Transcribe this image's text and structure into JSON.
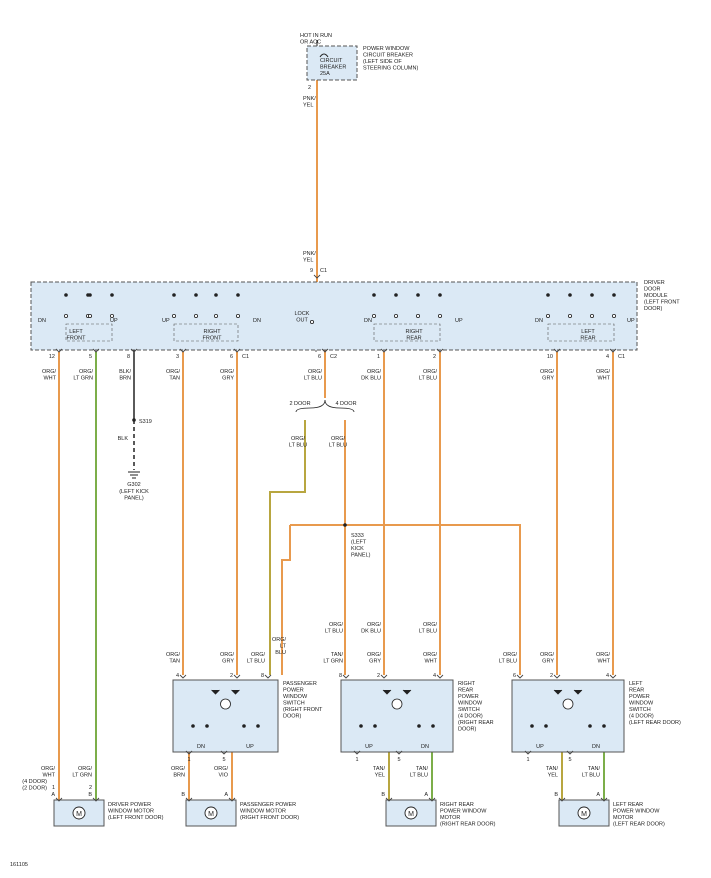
{
  "figure_id": "161105",
  "wire_colors": {
    "orange": "#e89a4e",
    "green": "#7cae4a",
    "black": "#222222",
    "olive": "#b8a640"
  },
  "component_fill": "#dbe9f5",
  "breaker": {
    "lines": [
      "CIRCUIT",
      "BREAKER",
      "25A"
    ],
    "supply": [
      "HOT IN RUN",
      "OR ACC"
    ],
    "desc": [
      "POWER WINDOW",
      "CIRCUIT BREAKER",
      "(LEFT SIDE OF",
      "STEERING COLUMN)"
    ],
    "pin": "2"
  },
  "feed": {
    "wire_top": [
      "PNK/",
      "YEL"
    ],
    "wire_bottom": [
      "PNK/",
      "YEL"
    ],
    "pin": "9",
    "conn": "C1"
  },
  "module": {
    "desc": [
      "DRIVER",
      "DOOR",
      "MODULE",
      "(LEFT FRONT",
      "DOOR)"
    ],
    "groups": [
      [
        "LEFT",
        "FRONT"
      ],
      [
        "RIGHT",
        "FRONT"
      ],
      [
        "LOCK",
        "OUT"
      ],
      [
        "RIGHT",
        "REAR"
      ],
      [
        "LEFT",
        "REAR"
      ]
    ],
    "dn": "DN",
    "up": "UP"
  },
  "mod_pins": [
    {
      "pin": "12",
      "wire": [
        "ORG/",
        "WHT"
      ]
    },
    {
      "pin": "5",
      "wire": [
        "ORG/",
        "LT GRN"
      ]
    },
    {
      "pin": "8",
      "wire": [
        "BLK/",
        "BRN"
      ]
    },
    {
      "pin": "3",
      "wire": [
        "ORG/",
        "TAN"
      ]
    },
    {
      "pin": "6",
      "wire": [
        "ORG/",
        "GRY"
      ],
      "conn": "C1"
    },
    {
      "pin": "6",
      "wire": [
        "ORG/",
        "LT BLU"
      ],
      "conn": "C2"
    },
    {
      "pin": "1",
      "wire": [
        "ORG/",
        "DK BLU"
      ]
    },
    {
      "pin": "2",
      "wire": [
        "ORG/",
        "LT BLU"
      ]
    },
    {
      "pin": "10",
      "wire": [
        "ORG/",
        "GRY"
      ]
    },
    {
      "pin": "4",
      "wire": [
        "ORG/",
        "WHT"
      ],
      "conn": "C1"
    }
  ],
  "splices": {
    "s319": "S319",
    "s333": [
      "S333",
      "(LEFT",
      "KICK",
      "PANEL)"
    ]
  },
  "ground": {
    "wire": "BLK",
    "id": "G302",
    "loc": [
      "(LEFT KICK",
      "PANEL)"
    ]
  },
  "door_options": {
    "two": "2 DOOR",
    "four": "4 DOOR",
    "wire_left": [
      "ORG/",
      "LT BLU"
    ],
    "wire_right": [
      "ORG/",
      "LT BLU"
    ]
  },
  "switches": [
    {
      "desc": [
        "PASSENGER",
        "POWER",
        "WINDOW",
        "SWITCH",
        "(RIGHT FRONT",
        "DOOR)"
      ],
      "pins": [
        "4",
        "2",
        "8"
      ],
      "wires": [
        [
          "ORG/",
          "TAN"
        ],
        [
          "ORG/",
          "GRY"
        ],
        [
          "ORG/",
          "LT BLU"
        ]
      ],
      "bottom_pins": [
        "1",
        "5"
      ],
      "labels": [
        "DN",
        "UP"
      ],
      "extra_wire": [
        "ORG/",
        "LT",
        "BLU"
      ]
    },
    {
      "desc": [
        "RIGHT",
        "REAR",
        "POWER",
        "WINDOW",
        "SWITCH",
        "(4 DOOR)",
        "(RIGHT REAR",
        "DOOR)"
      ],
      "pins": [
        "8",
        "2",
        "4"
      ],
      "wires": [
        [
          "TAN/",
          "LT GRN"
        ],
        [
          "ORG/",
          "GRY"
        ],
        [
          "ORG/",
          "WHT"
        ]
      ],
      "top_wires": [
        [
          "ORG/",
          "LT BLU"
        ],
        [
          "ORG/",
          "DK BLU"
        ],
        [
          "ORG/",
          "LT BLU"
        ]
      ],
      "bottom_pins": [
        "1",
        "5"
      ],
      "labels": [
        "UP",
        "DN"
      ]
    },
    {
      "desc": [
        "LEFT",
        "REAR",
        "POWER",
        "WINDOW",
        "SWITCH",
        "(4 DOOR)",
        "(LEFT REAR DOOR)"
      ],
      "pins": [
        "6",
        "2",
        "4"
      ],
      "wires": [
        [
          "ORG/",
          "LT BLU"
        ],
        [
          "ORG/",
          "GRY"
        ],
        [
          "ORG/",
          "WHT"
        ]
      ],
      "bottom_pins": [
        "1",
        "5"
      ],
      "labels": [
        "UP",
        "DN"
      ]
    }
  ],
  "motors": [
    {
      "desc": [
        "DRIVER POWER",
        "WINDOW MOTOR",
        "(LEFT FRONT DOOR)"
      ],
      "wires": [
        [
          "ORG/",
          "WHT"
        ],
        [
          "ORG/",
          "LT GRN"
        ]
      ],
      "pins": [
        "1",
        "2"
      ],
      "letters": [
        "A",
        "B"
      ],
      "notes": [
        "(4 DOOR)",
        "(2 DOOR)"
      ]
    },
    {
      "desc": [
        "PASSENGER POWER",
        "WINDOW MOTOR",
        "(RIGHT FRONT DOOR)"
      ],
      "wires": [
        [
          "ORG/",
          "BRN"
        ],
        [
          "ORG/",
          "VIO"
        ]
      ],
      "letters": [
        "B",
        "A"
      ]
    },
    {
      "desc": [
        "RIGHT REAR",
        "POWER WINDOW",
        "MOTOR",
        "(RIGHT REAR DOOR)"
      ],
      "wires": [
        [
          "TAN/",
          "YEL"
        ],
        [
          "TAN/",
          "LT BLU"
        ]
      ],
      "letters": [
        "B",
        "A"
      ]
    },
    {
      "desc": [
        "LEFT REAR",
        "POWER WINDOW",
        "MOTOR",
        "(LEFT REAR DOOR)"
      ],
      "wires": [
        [
          "TAN/",
          "YEL"
        ],
        [
          "TAN/",
          "LT BLU"
        ]
      ],
      "letters": [
        "B",
        "A"
      ]
    }
  ],
  "motor_symbol": "M"
}
